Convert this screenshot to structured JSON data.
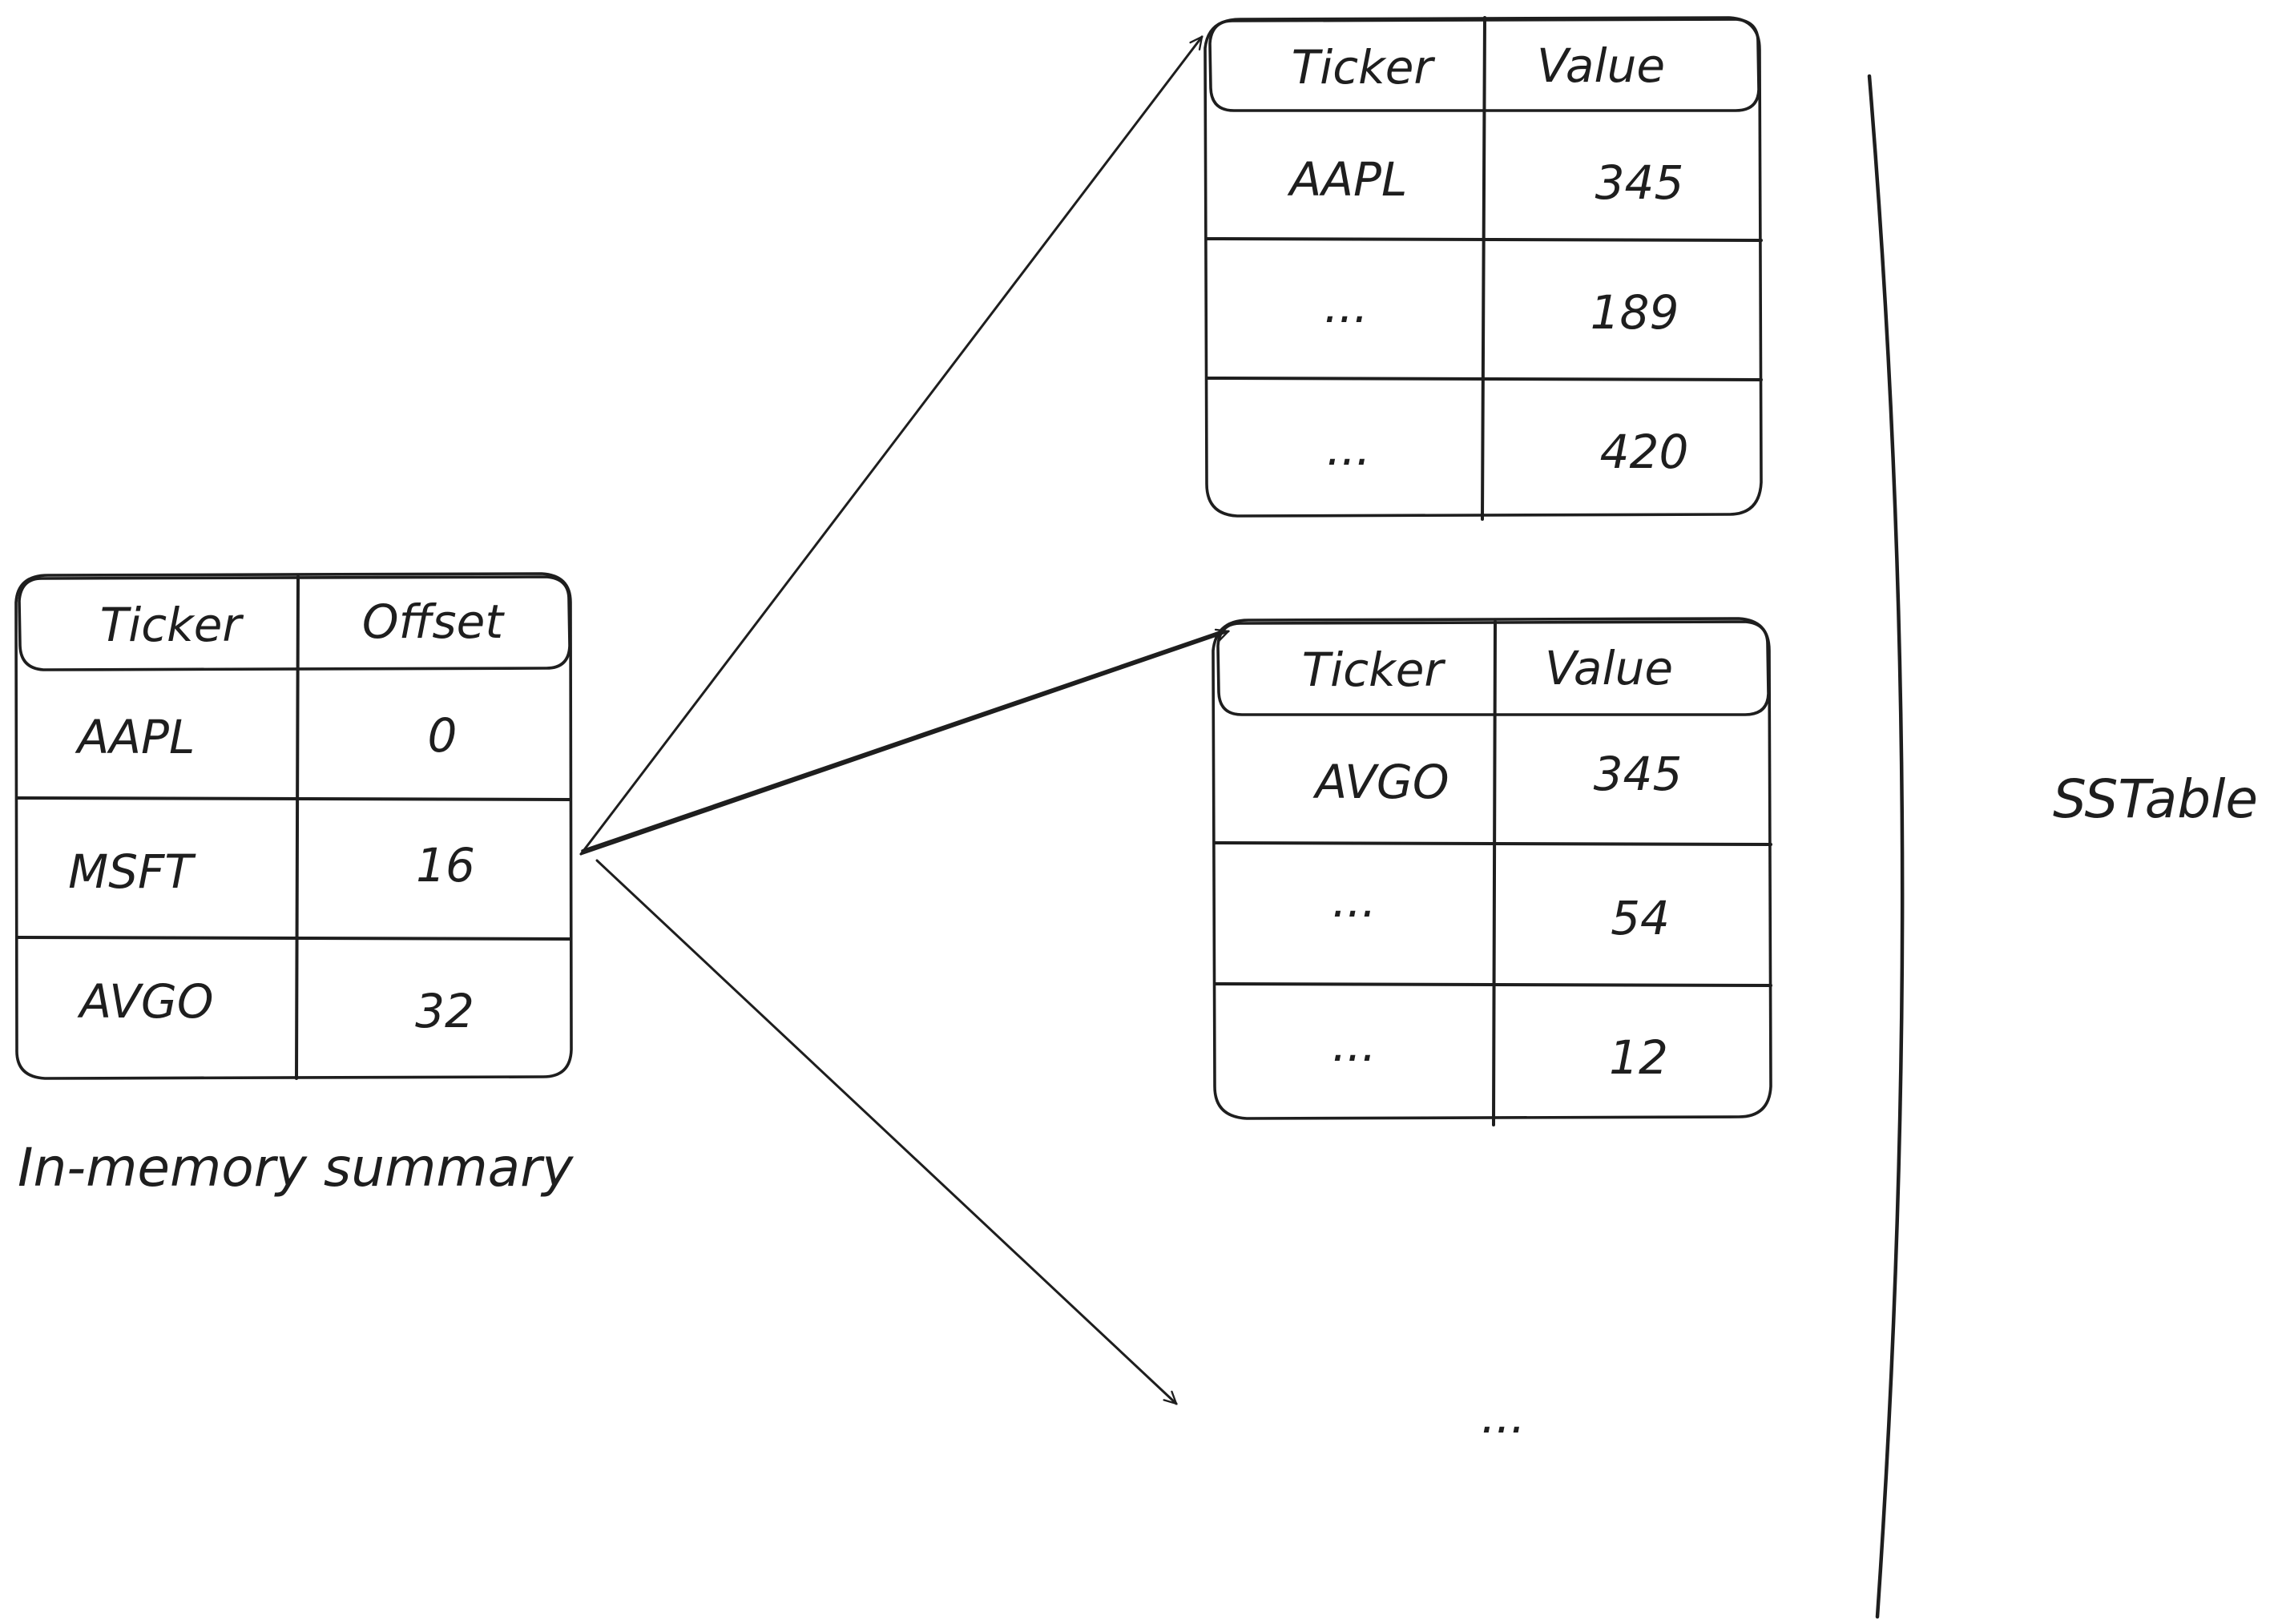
{
  "summary_table": {
    "headers": [
      "Ticker",
      "Offset"
    ],
    "rows": [
      [
        "AAPL",
        "0"
      ],
      [
        "MSFT",
        "16"
      ],
      [
        "AVGO",
        "32"
      ]
    ],
    "caption": "In-memory summary"
  },
  "block_tables": [
    {
      "headers": [
        "Ticker",
        "Value"
      ],
      "rows": [
        [
          "AAPL",
          "345"
        ],
        [
          "...",
          "189"
        ],
        [
          "...",
          "420"
        ]
      ]
    },
    {
      "headers": [
        "Ticker",
        "Value"
      ],
      "rows": [
        [
          "AVGO",
          "345"
        ],
        [
          "...",
          "54"
        ],
        [
          "...",
          "12"
        ]
      ]
    }
  ],
  "more_blocks_ellipsis": "...",
  "sstable_label": "SSTable"
}
